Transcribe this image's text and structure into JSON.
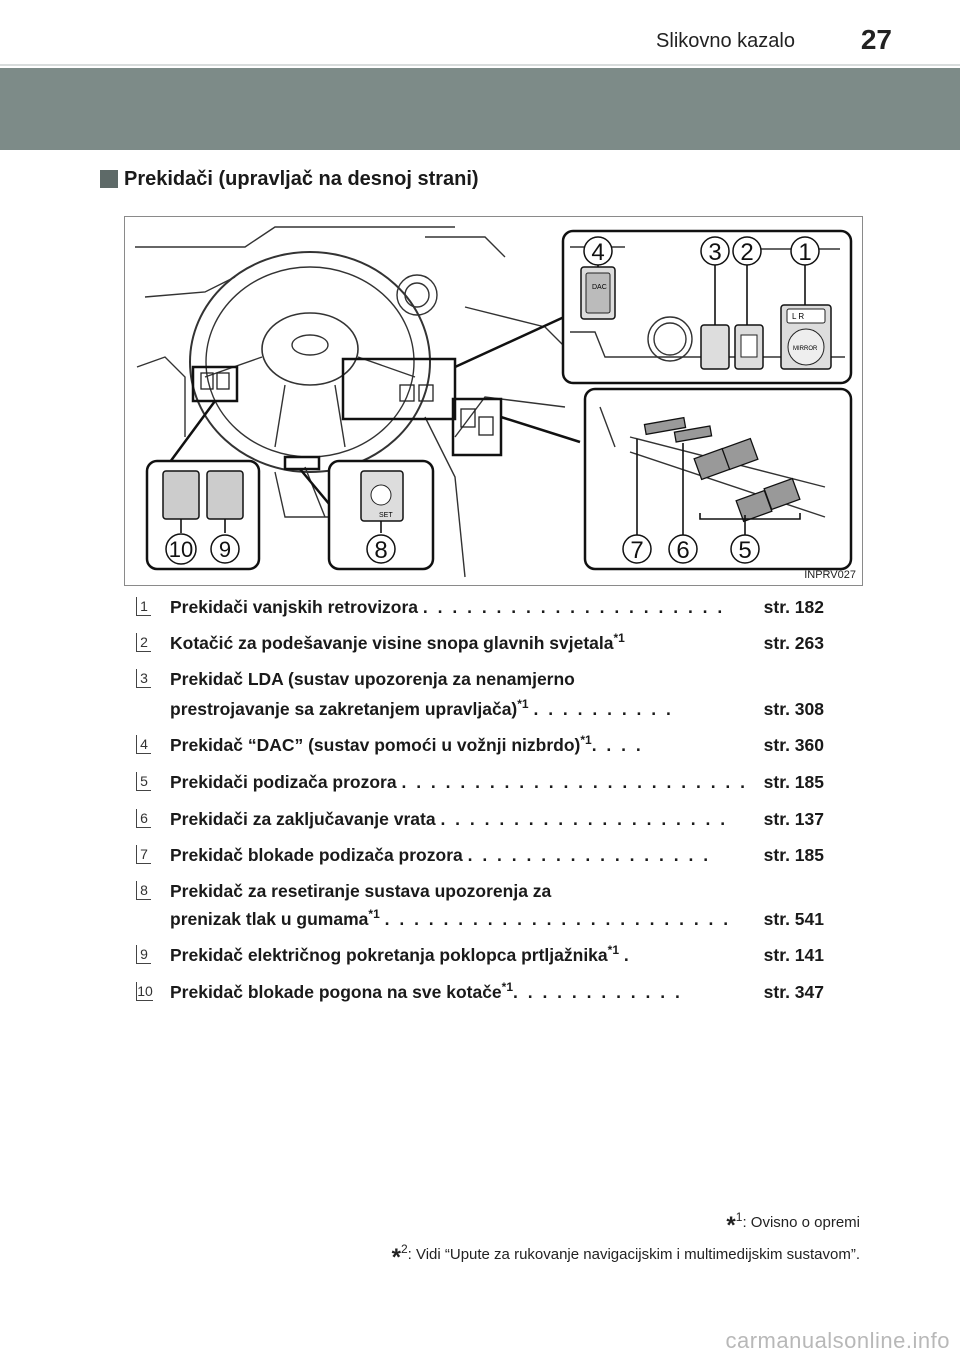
{
  "header": {
    "section_title": "Slikovno kazalo",
    "page_number": "27"
  },
  "heading": "Prekidači (upravljač na desnoj strani)",
  "figure": {
    "code": "INPRV027",
    "callouts": [
      "1",
      "2",
      "3",
      "4",
      "5",
      "6",
      "7",
      "8",
      "9",
      "10"
    ],
    "mirror_label": "MIRROR",
    "dac_label": "DAC",
    "set_label": "SET",
    "lr_label": "L  R"
  },
  "items": [
    {
      "num": "1",
      "lines": [
        "Prekidači vanjskih retrovizora"
      ],
      "sup": "",
      "dots": ". . . . . . . . . . . . . . . . . . . . .",
      "page": "str. 182"
    },
    {
      "num": "2",
      "lines": [
        "Kotačić za podešavanje visine snopa glavnih svjetala"
      ],
      "sup": "*1",
      "dots": "",
      "page": "str. 263"
    },
    {
      "num": "3",
      "lines": [
        "Prekidač LDA (sustav upozorenja za nenamjerno",
        "prestrojavanje sa zakretanjem upravljača)"
      ],
      "sup": "*1",
      "dots": ". . . . . . . . . .",
      "page": "str. 308"
    },
    {
      "num": "4",
      "lines": [
        "Prekidač “DAC” (sustav pomoći u vožnji nizbrdo)"
      ],
      "sup": "*1",
      "dots": ". . . .",
      "page": "str. 360"
    },
    {
      "num": "5",
      "lines": [
        "Prekidači podizača prozora"
      ],
      "sup": "",
      "dots": ". . . . . . . . . . . . . . . . . . . . . . . .",
      "page": "str. 185"
    },
    {
      "num": "6",
      "lines": [
        "Prekidači za zaključavanje vrata"
      ],
      "sup": "",
      "dots": ". . . . . . . . . . . . . . . . . . . .",
      "page": "str. 137"
    },
    {
      "num": "7",
      "lines": [
        "Prekidač blokade podizača prozora"
      ],
      "sup": "",
      "dots": ". . . . . . . . . . . . . . . . .",
      "page": "str. 185"
    },
    {
      "num": "8",
      "lines": [
        "Prekidač za resetiranje sustava upozorenja za",
        "prenizak tlak u gumama"
      ],
      "sup": "*1",
      "dots": ". . . . . . . . . . . . . . . . . . . . . . . .",
      "page": "str. 541"
    },
    {
      "num": "9",
      "lines": [
        "Prekidač električnog pokretanja poklopca prtljažnika"
      ],
      "sup": "*1",
      "dots": ".",
      "page": "str. 141"
    },
    {
      "num": "10",
      "lines": [
        "Prekidač blokade pogona na sve kotače"
      ],
      "sup": "*1",
      "dots": ". . . . . . . . . . . .",
      "page": "str. 347"
    }
  ],
  "footnotes": [
    {
      "mark": "*",
      "sup": "1",
      "text": ": Ovisno o opremi"
    },
    {
      "mark": "*",
      "sup": "2",
      "text": ": Vidi “Upute za rukovanje navigacijskim i multimedijskim sustavom”."
    }
  ],
  "watermark": "carmanualsonline.info"
}
